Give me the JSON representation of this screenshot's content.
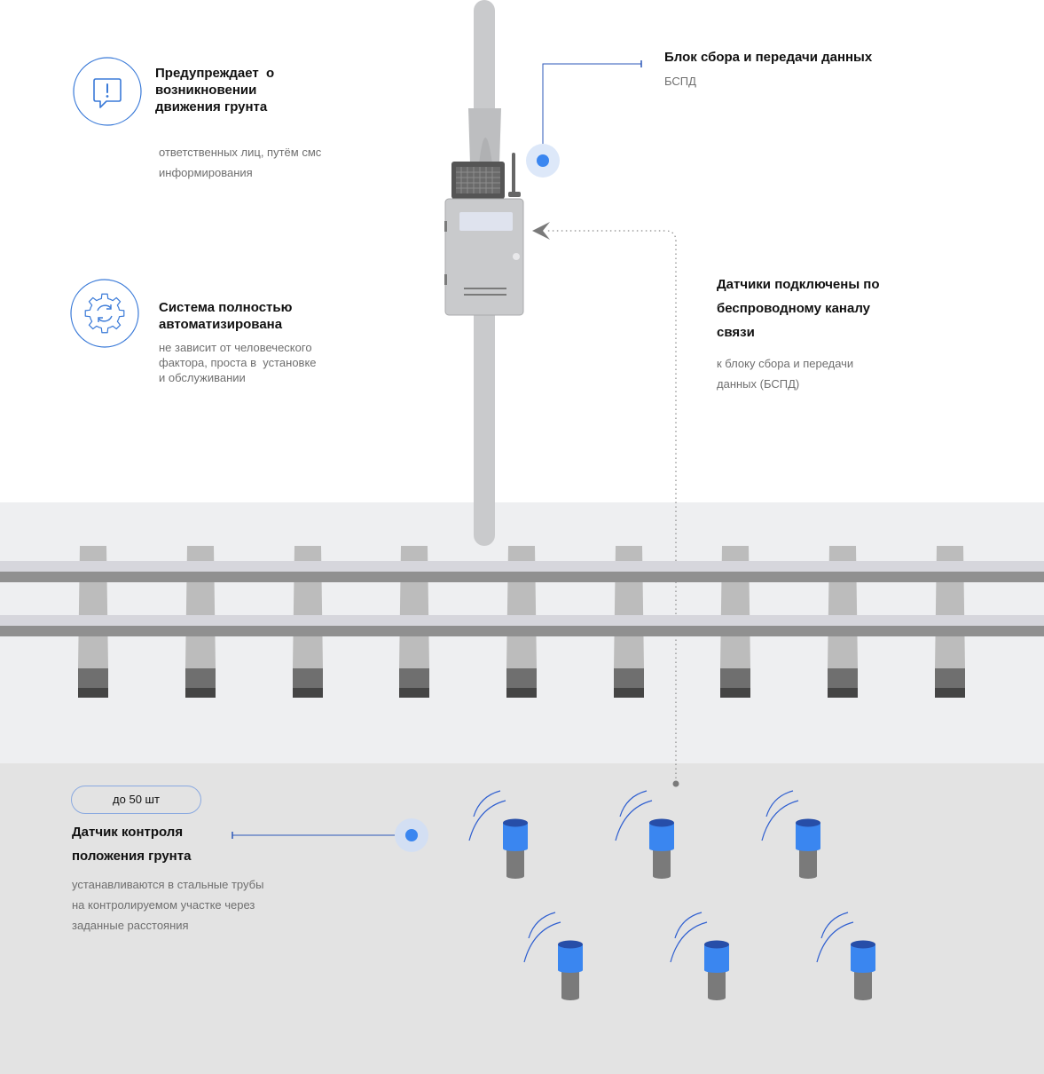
{
  "features": {
    "warning": {
      "icon": "alert-message-icon",
      "title_lines": [
        "Предупреждает  о",
        "возникновении",
        "движения грунта"
      ],
      "desc_lines": [
        "ответственных лиц, путём смс",
        "информирования"
      ]
    },
    "automation": {
      "icon": "gear-refresh-icon",
      "title_lines": [
        "Система полностью",
        "автоматизирована"
      ],
      "desc_lines": [
        "не зависит от человеческого",
        "фактора, проста в  установке",
        "и обслуживании"
      ]
    }
  },
  "bspd": {
    "title": "Блок сбора и передачи данных",
    "subtitle": "БСПД"
  },
  "wireless": {
    "title_lines": [
      "Датчики подключены по",
      "беспроводному каналу",
      "связи"
    ],
    "desc_lines": [
      "к блоку сбора и передачи",
      "данных (БСПД)"
    ]
  },
  "sensor": {
    "badge": "до 50 шт",
    "title_lines": [
      "Датчик контроля",
      "положения грунта"
    ],
    "desc_lines": [
      "устанавливаются в стальные трубы",
      "на контролируемом участке через",
      "заданные расстояния"
    ]
  },
  "colors": {
    "accent": "#3a86f0",
    "accent_dark": "#274ea8",
    "line_blue": "#2b57b8",
    "icon_blue": "#3a7ad8",
    "rail_band": "#eeeff1",
    "ground_band": "#e3e3e3",
    "pole": "#c9cacc"
  }
}
